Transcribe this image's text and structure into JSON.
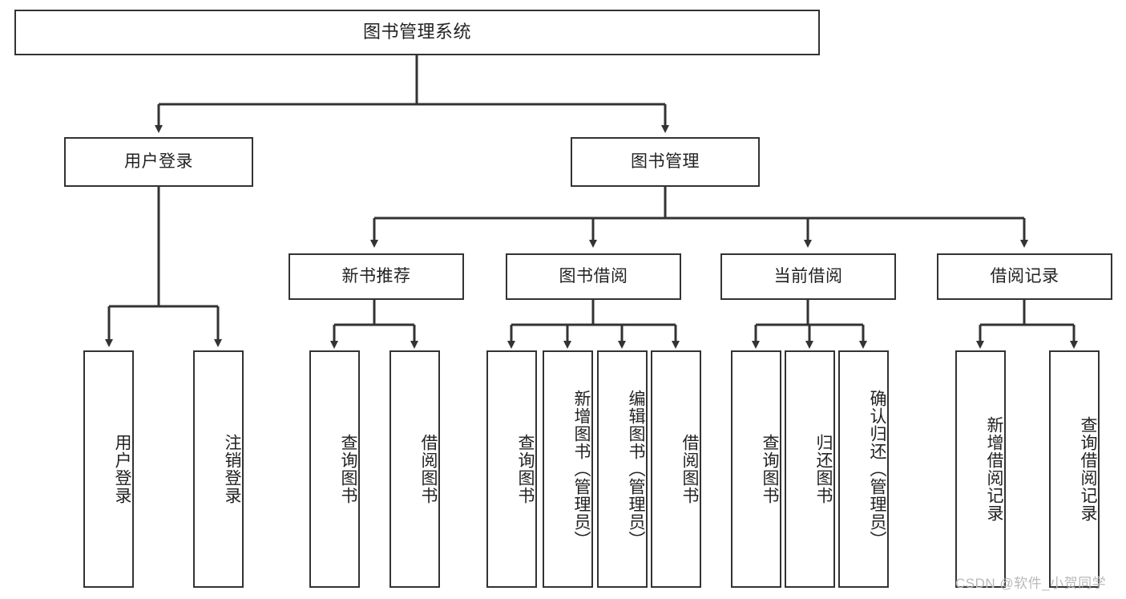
{
  "diagram": {
    "title": "图书管理系统",
    "type": "hierarchy-tree",
    "orientation": "top-down",
    "colors": {
      "box_border": "#333333",
      "box_fill": "#ffffff",
      "connector": "#333333",
      "text": "#222222",
      "watermark": "#b9b9b9"
    },
    "root": {
      "label": "图书管理系统"
    },
    "level2": [
      {
        "label": "用户登录"
      },
      {
        "label": "图书管理"
      }
    ],
    "level3": [
      {
        "label": "新书推荐"
      },
      {
        "label": "图书借阅"
      },
      {
        "label": "当前借阅"
      },
      {
        "label": "借阅记录"
      }
    ],
    "leaves": {
      "user_login": [
        {
          "label": "用户登录"
        },
        {
          "label": "注销登录"
        }
      ],
      "new_book_recommend": [
        {
          "label": "查询图书"
        },
        {
          "label": "借阅图书"
        }
      ],
      "book_borrow": [
        {
          "label": "查询图书"
        },
        {
          "label": "新增图书（管理员）"
        },
        {
          "label": "编辑图书（管理员）"
        },
        {
          "label": "借阅图书"
        }
      ],
      "current_borrow": [
        {
          "label": "查询图书"
        },
        {
          "label": "归还图书"
        },
        {
          "label": "确认归还（管理员）"
        }
      ],
      "borrow_record": [
        {
          "label": "新增借阅记录"
        },
        {
          "label": "查询借阅记录"
        }
      ]
    }
  },
  "watermark": {
    "text": "CSDN @软件_小贺同学"
  }
}
